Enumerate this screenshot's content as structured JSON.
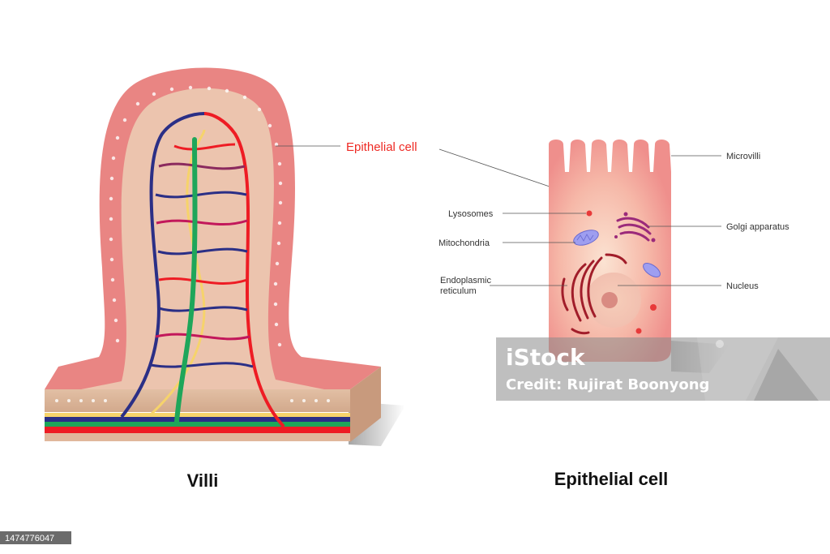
{
  "villi": {
    "title": "Villi",
    "callout_label": "Epithelial cell"
  },
  "cell": {
    "title": "Epithelial cell",
    "labels": {
      "microvilli": "Microvilli",
      "lysosomes": "Lysosomes",
      "golgi": "Golgi apparatus",
      "mitochondria": "Mitochondria",
      "er_line1": "Endoplasmic",
      "er_line2": "reticulum",
      "nucleus": "Nucleus"
    }
  },
  "watermark": {
    "logo": "iStock",
    "credit": "Credit: Rujirat Boonyong"
  },
  "image_id": "1474776047",
  "colors": {
    "tissue_pink": "#e98583",
    "tissue_inner": "#ecc4ae",
    "artery_red": "#ee1c24",
    "vein_blue": "#2b2f86",
    "lacteal_green": "#1ea65a",
    "nerve_yellow": "#f6d36b",
    "cell_pink": "#f0918f",
    "label_red": "#ee2a24"
  }
}
